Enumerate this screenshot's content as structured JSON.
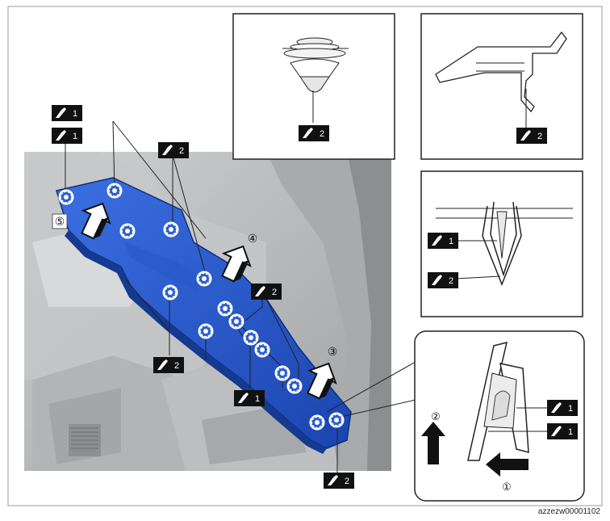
{
  "figure_code": "azzezw00001102",
  "step_labels": [
    "①",
    "②",
    "③",
    "④",
    "⑤"
  ],
  "clip_labels": {
    "one": "1",
    "two": "2"
  },
  "colors": {
    "panel": "#1d4fbf",
    "panel_dark": "#143a91",
    "panel_light": "#3a6fe0",
    "gray_bg": "#b9babb",
    "ink": "#111111"
  }
}
